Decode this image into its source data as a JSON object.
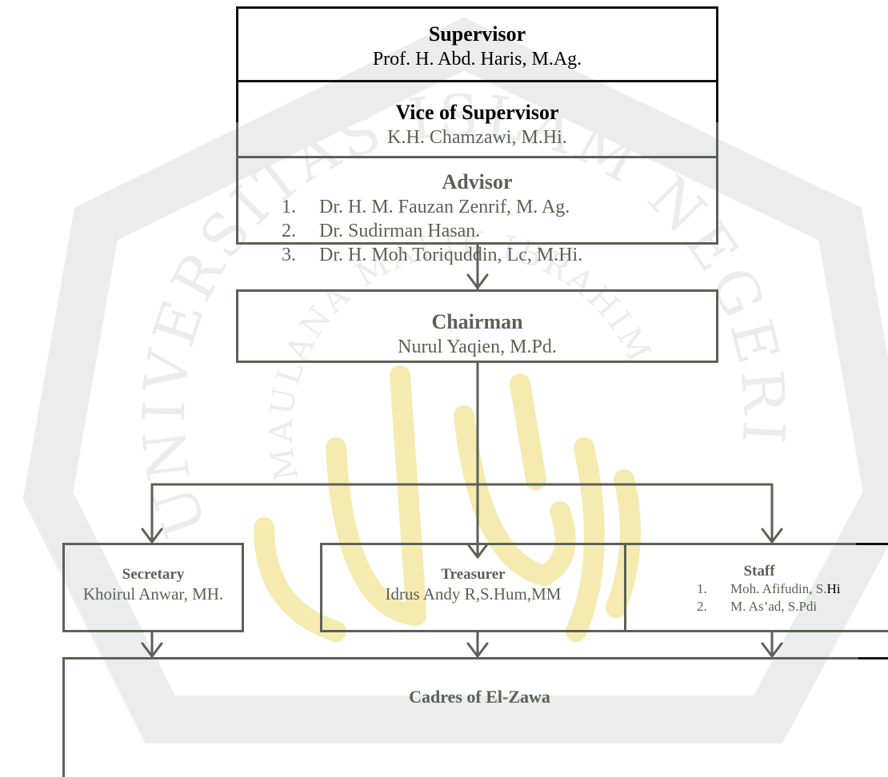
{
  "nodes": {
    "supervisor": {
      "title": "Supervisor",
      "name": "Prof. H. Abd. Haris, M.Ag."
    },
    "vice": {
      "title": "Vice of Supervisor",
      "name": "K.H. Chamzawi, M.Hi."
    },
    "advisor": {
      "title": "Advisor",
      "members": [
        {
          "num": "1.",
          "name": "Dr. H. M. Fauzan Zenrif, M. Ag."
        },
        {
          "num": "2.",
          "name": "Dr. Sudirman Hasan."
        },
        {
          "num": "3.",
          "name": "Dr. H. Moh Toriquddin, Lc, M.Hi."
        }
      ]
    },
    "chairman": {
      "title": "Chairman",
      "name": "Nurul Yaqien, M.Pd."
    },
    "secretary": {
      "title": "Secretary",
      "name": "Khoirul Anwar, MH."
    },
    "treasurer": {
      "title": "Treasurer",
      "name": "Idrus Andy R,S.Hum,MM"
    },
    "staff": {
      "title": "Staff",
      "members": [
        {
          "num": "1.",
          "name": "Moh. Afifudin, S.",
          "name_suffix": "Hi"
        },
        {
          "num": "2.",
          "name": "M. As’ad, S.Pdi",
          "name_suffix": ""
        }
      ]
    },
    "cadres": {
      "title": "Cadres of El-Zawa"
    }
  },
  "watermark": {
    "text_outer": "UNIVERSITAS ISLAM NEGERI",
    "text_inner": "MAULANA MALIK IBRAHIM"
  },
  "colors": {
    "primary_text": "#000000",
    "secondary_text": "#5b6158",
    "box_border": "#5b6158",
    "watermark_gray": "#d7d7d7",
    "watermark_gold": "#f5ebb0"
  }
}
